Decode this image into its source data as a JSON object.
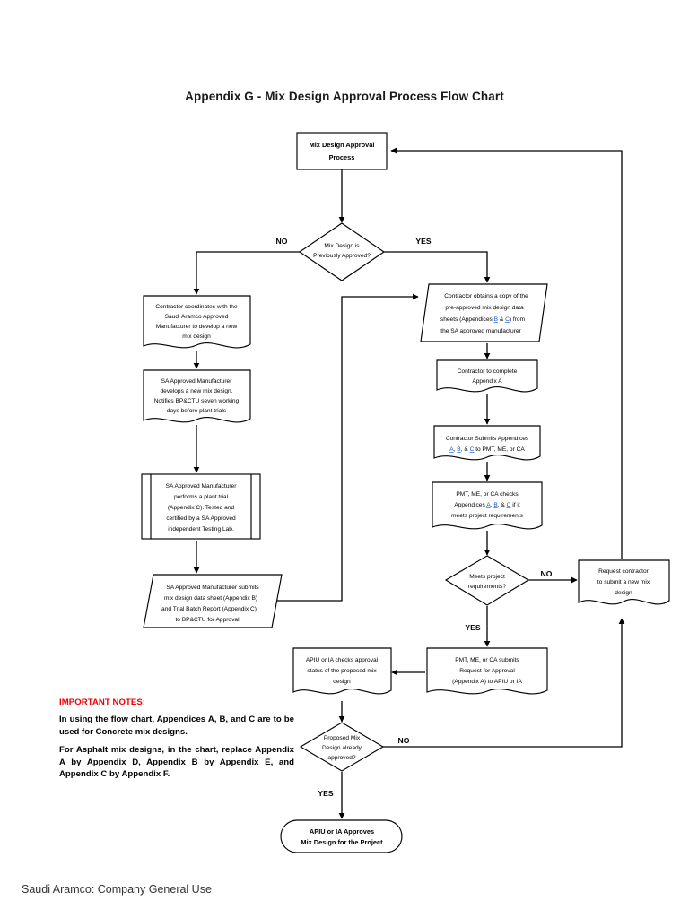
{
  "document": {
    "title": "Appendix G - Mix Design Approval Process Flow Chart",
    "footer": "Saudi Aramco: Company General Use"
  },
  "notes": {
    "heading": "IMPORTANT NOTES:",
    "paragraph_1": "In using the flow chart, Appendices A, B, and C are to be used for Concrete mix designs.",
    "paragraph_2": "For Asphalt mix designs, in the chart, replace Appendix A by Appendix D, Appendix B by Appendix E, and Appendix C by Appendix F."
  },
  "colors": {
    "link": "#1155cc",
    "notes_heading": "#ee0000",
    "stroke": "#000000",
    "fill": "#ffffff"
  },
  "chart_data": {
    "type": "diagram",
    "title": "Appendix G - Mix Design Approval Process Flow Chart",
    "nodes": [
      {
        "id": "start",
        "shape": "process",
        "lines": [
          "Mix Design Approval",
          "Process"
        ]
      },
      {
        "id": "d1",
        "shape": "decision",
        "lines": [
          "Mix Design is",
          "Previously Approved?"
        ]
      },
      {
        "id": "l1",
        "shape": "document",
        "lines": [
          "Contractor coordinates with the",
          "Saudi Aramco Approved",
          "Manufacturer to develop a new",
          "mix design"
        ]
      },
      {
        "id": "l2",
        "shape": "document",
        "lines": [
          "SA Approved Manufacturer",
          "develops a new mix design.",
          "Notifies BP&CTU seven working",
          "days before plant trials"
        ]
      },
      {
        "id": "l3",
        "shape": "predefined-process",
        "lines": [
          "SA Approved Manufacturer",
          "performs a plant trial",
          "(Appendix C).  Tested and",
          "certified by a SA Approved",
          "independent Testing Lab."
        ]
      },
      {
        "id": "l4",
        "shape": "parallelogram",
        "lines": [
          "SA Approved Manufacturer submits",
          "mix design data sheet (Appendix B)",
          "and Trial Batch Report (Appendix C)",
          "to BP&CTU for Approval"
        ]
      },
      {
        "id": "r1",
        "shape": "parallelogram",
        "lines": [
          "Contractor obtains a copy of the",
          "pre-approved mix design data",
          "sheets (Appendices B & C) from",
          "the SA approved manufacturer"
        ]
      },
      {
        "id": "r2",
        "shape": "document",
        "lines": [
          "Contractor to complete",
          "Appendix A"
        ]
      },
      {
        "id": "r3",
        "shape": "document",
        "lines": [
          "Contractor Submits Appendices",
          "A, B, & C to PMT, ME, or CA"
        ]
      },
      {
        "id": "r4",
        "shape": "document",
        "lines": [
          "PMT, ME, or CA checks",
          "Appendices A, B, & C if it",
          "meets project requirements"
        ]
      },
      {
        "id": "d2",
        "shape": "decision",
        "lines": [
          "Meets project",
          "requirements?"
        ]
      },
      {
        "id": "reject",
        "shape": "document",
        "lines": [
          "Request contractor",
          "to submit a new mix",
          "design"
        ]
      },
      {
        "id": "r5",
        "shape": "document",
        "lines": [
          "PMT, ME, or CA submits",
          "Request for Approval",
          "(Appendix A) to APIU or IA"
        ]
      },
      {
        "id": "b1",
        "shape": "document",
        "lines": [
          "APIU or IA checks approval",
          "status of the proposed mix",
          "design"
        ]
      },
      {
        "id": "d3",
        "shape": "decision",
        "lines": [
          "Proposed Mix",
          "Design already",
          "approved?"
        ]
      },
      {
        "id": "end",
        "shape": "terminator",
        "lines": [
          "APIU or IA Approves",
          "Mix Design for the Project"
        ]
      }
    ],
    "edge_labels": [
      {
        "id": "d1-no",
        "text": "NO"
      },
      {
        "id": "d1-yes",
        "text": "YES"
      },
      {
        "id": "d2-no",
        "text": "NO"
      },
      {
        "id": "d2-yes",
        "text": "YES"
      },
      {
        "id": "d3-no",
        "text": "NO"
      },
      {
        "id": "d3-yes",
        "text": "YES"
      }
    ],
    "edges": [
      {
        "from": "start",
        "to": "d1"
      },
      {
        "from": "d1",
        "to": "l1",
        "label": "NO"
      },
      {
        "from": "d1",
        "to": "r1",
        "label": "YES"
      },
      {
        "from": "l1",
        "to": "l2"
      },
      {
        "from": "l2",
        "to": "l3"
      },
      {
        "from": "l3",
        "to": "l4"
      },
      {
        "from": "l4",
        "to": "r1"
      },
      {
        "from": "r1",
        "to": "r2"
      },
      {
        "from": "r2",
        "to": "r3"
      },
      {
        "from": "r3",
        "to": "r4"
      },
      {
        "from": "r4",
        "to": "d2"
      },
      {
        "from": "d2",
        "to": "reject",
        "label": "NO"
      },
      {
        "from": "d2",
        "to": "r5",
        "label": "YES"
      },
      {
        "from": "r5",
        "to": "b1"
      },
      {
        "from": "b1",
        "to": "d3"
      },
      {
        "from": "d3",
        "to": "reject",
        "label": "NO"
      },
      {
        "from": "d3",
        "to": "end",
        "label": "YES"
      },
      {
        "from": "reject",
        "to": "start"
      }
    ]
  }
}
